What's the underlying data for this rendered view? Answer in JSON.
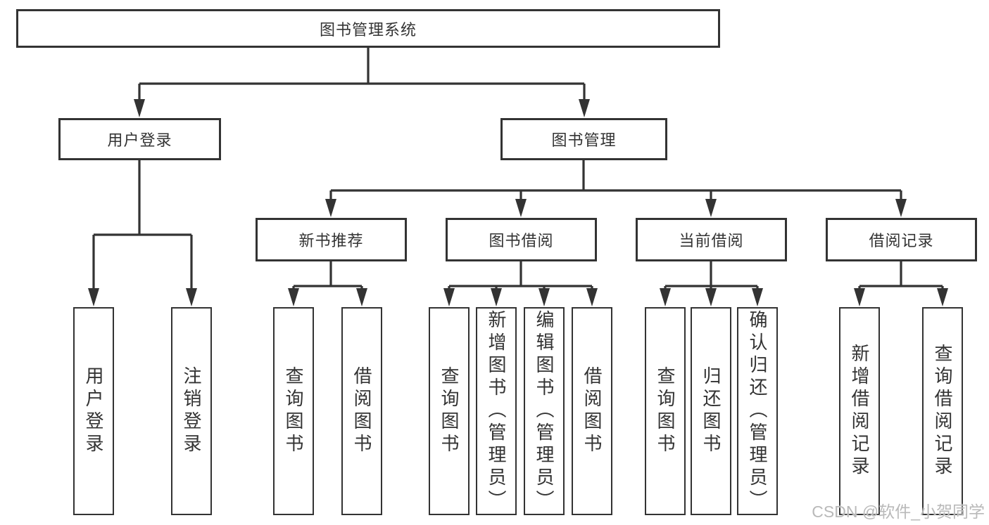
{
  "colors": {
    "line": "#333333",
    "text": "#333333",
    "background": "#ffffff",
    "watermark": "#b9b9b9"
  },
  "tree": {
    "root": {
      "label": "图书管理系统"
    },
    "user_login": {
      "label": "用户登录",
      "children": [
        {
          "label": "用户登录"
        },
        {
          "label": "注销登录"
        }
      ]
    },
    "book_mgmt": {
      "label": "图书管理"
    },
    "modules": [
      {
        "label": "新书推荐",
        "children": [
          {
            "label": "查询图书"
          },
          {
            "label": "借阅图书"
          }
        ]
      },
      {
        "label": "图书借阅",
        "children": [
          {
            "label": "查询图书"
          },
          {
            "label": "新增图书（管理员）"
          },
          {
            "label": "编辑图书（管理员）"
          },
          {
            "label": "借阅图书"
          }
        ]
      },
      {
        "label": "当前借阅",
        "children": [
          {
            "label": "查询图书"
          },
          {
            "label": "归还图书"
          },
          {
            "label": "确认归还（管理员）"
          }
        ]
      },
      {
        "label": "借阅记录",
        "children": [
          {
            "label": "新增借阅记录"
          },
          {
            "label": "查询借阅记录"
          }
        ]
      }
    ]
  },
  "watermark": {
    "text": "CSDN @软件_小贺同学"
  }
}
